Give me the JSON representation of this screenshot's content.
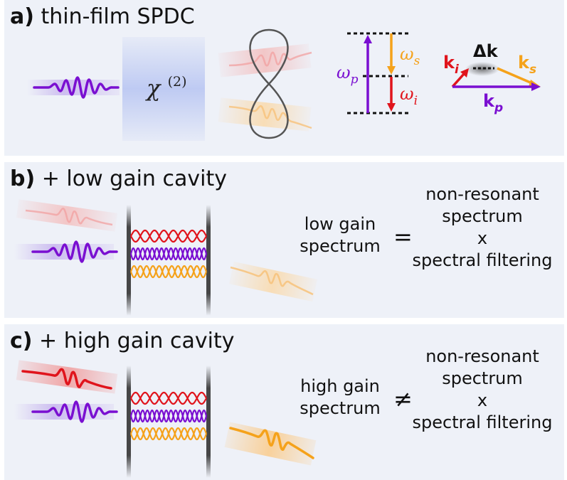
{
  "panel_a": {
    "label": "a)",
    "title": "thin-film SPDC",
    "chi_base": "χ",
    "chi_sup": "(2)",
    "energy": {
      "omega_p": "ω",
      "omega_p_sub": "p",
      "omega_s": "ω",
      "omega_s_sub": "s",
      "omega_i": "ω",
      "omega_i_sub": "i"
    },
    "phase": {
      "delta_k": "Δk",
      "k_i": "k",
      "k_i_sub": "i",
      "k_s": "k",
      "k_s_sub": "s",
      "k_p": "k",
      "k_p_sub": "p"
    }
  },
  "panel_b": {
    "label": "b)",
    "title": "+ low gain cavity",
    "lhs_line1": "low gain",
    "lhs_line2": "spectrum",
    "operator": "=",
    "rhs_line1": "non-resonant",
    "rhs_line2": "spectrum",
    "rhs_line3": "x",
    "rhs_line4": "spectral filtering"
  },
  "panel_c": {
    "label": "c)",
    "title": "+ high gain cavity",
    "lhs_line1": "high gain",
    "lhs_line2": "spectrum",
    "operator": "≠",
    "rhs_line1": "non-resonant",
    "rhs_line2": "spectrum",
    "rhs_line3": "x",
    "rhs_line4": "spectral filtering"
  },
  "colors": {
    "pump": "#7a0fd1",
    "signal": "#f5a21b",
    "idler": "#e0141c",
    "panel_bg": "#eef1f8",
    "crystal": "#b9c6f2"
  }
}
